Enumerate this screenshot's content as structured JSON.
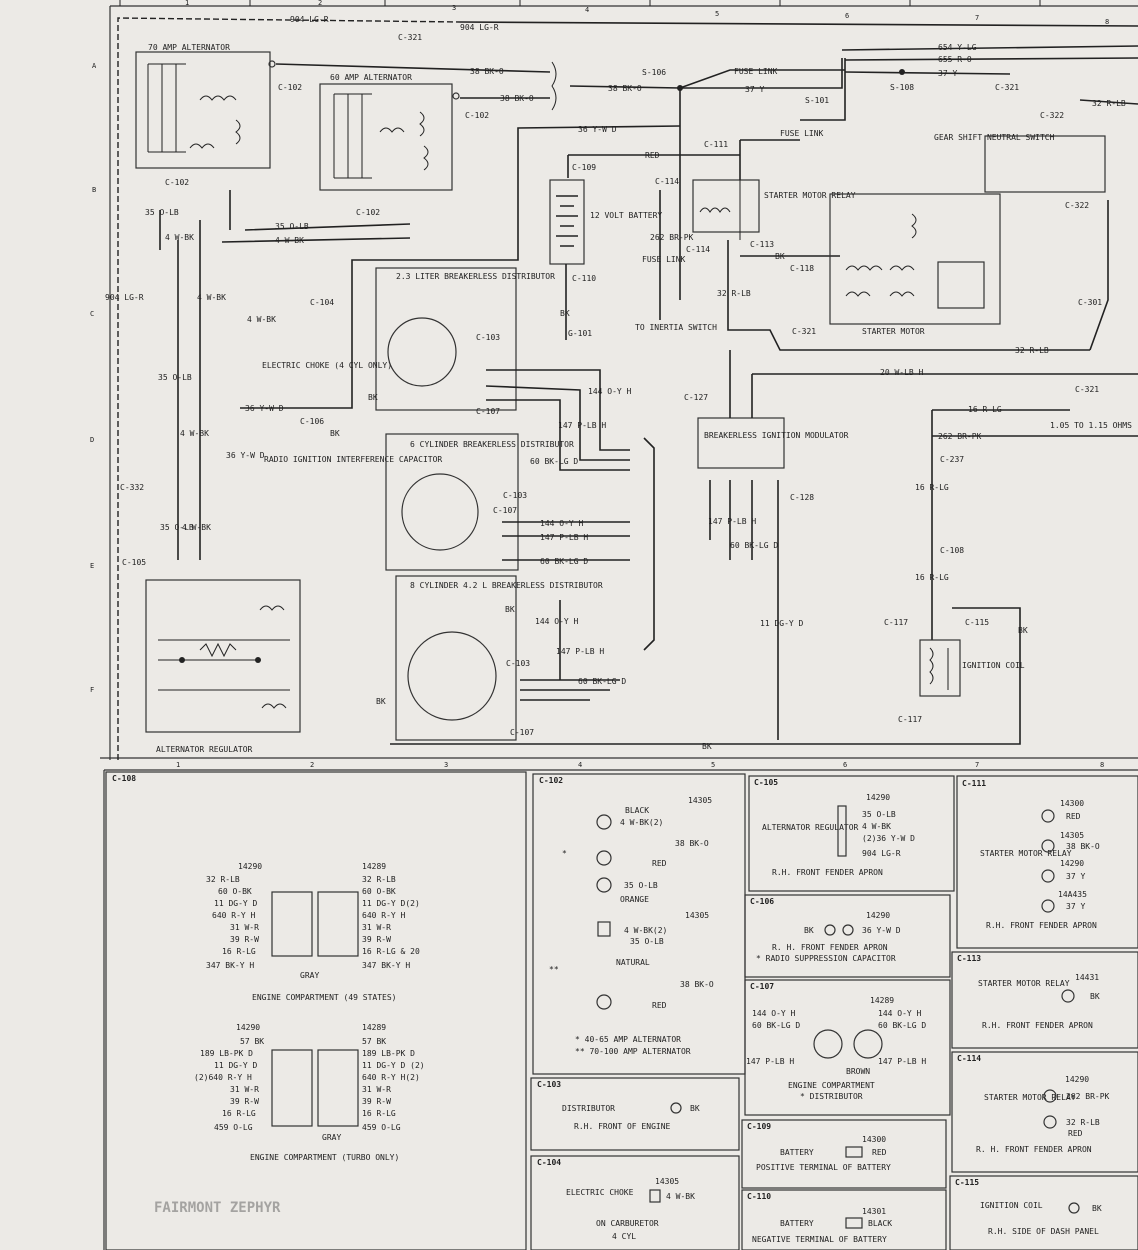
{
  "grid": {
    "columns": [
      "1",
      "2",
      "3",
      "4",
      "5",
      "6",
      "7",
      "8"
    ],
    "rows": [
      "A",
      "B",
      "C",
      "D",
      "E",
      "F"
    ]
  },
  "components": {
    "alt70": "70 AMP ALTERNATOR",
    "alt60": "60 AMP ALTERNATOR",
    "battery": "12 VOLT BATTERY",
    "starter_relay": "STARTER MOTOR RELAY",
    "starter_motor": "STARTER MOTOR",
    "gear_switch": "GEAR SHIFT NEUTRAL SWITCH",
    "dist_23": "2.3 LITER BREAKERLESS DISTRIBUTOR",
    "dist_6": "6 CYLINDER BREAKERLESS DISTRIBUTOR",
    "dist_8": "8 CYLINDER 4.2 L BREAKERLESS DISTRIBUTOR",
    "module": "BREAKERLESS IGNITION MODULATOR",
    "choke": "ELECTRIC CHOKE (4 CYL ONLY)",
    "radio_cap": "RADIO IGNITION INTERFERENCE CAPACITOR",
    "regulator": "ALTERNATOR REGULATOR",
    "coil": "IGNITION COIL",
    "inertia": "TO INERTIA SWITCH",
    "resistor": "1.05 TO 1.15 OHMS"
  },
  "wires": {
    "w904": "904 LG-R",
    "w654": "654 Y-LG",
    "w655": "655 R-O",
    "w37": "37 Y",
    "w38": "38 BK-O",
    "w36": "36 Y-W D",
    "red": "RED",
    "w35": "35 O-LB",
    "w4": "4 W-BK",
    "w32": "32 R-LB",
    "w20": "20 W-LB H",
    "w16": "16 R-LG",
    "w262": "262 BR-PK",
    "w144": "144 O-Y H",
    "w147": "147 P-LB H",
    "w60": "60 BK-LG D",
    "w11": "11 DG-Y D",
    "bk": "BK",
    "fuse_link": "FUSE LINK"
  },
  "connectors": {
    "c321": "C-321",
    "c102": "C-102",
    "c106": "S-106",
    "s101": "S-101",
    "s108": "S-108",
    "c109": "C-109",
    "c110": "C-110",
    "c101": "G-101",
    "c111": "C-111",
    "c114": "C-114",
    "c113": "C-113",
    "c118": "C-118",
    "c322": "C-322",
    "c301": "C-301",
    "c104": "C-104",
    "c103": "C-103",
    "c107": "C-107",
    "c127": "C-127",
    "c128": "C-128",
    "c237": "C-237",
    "c108": "C-108",
    "c117": "C-117",
    "c115": "C-115",
    "c332": "C-332",
    "c105": "C-105",
    "c106b": "C-106"
  },
  "panels": {
    "p108": {
      "title": "C-108",
      "left_pn": "14290",
      "right_pn": "14289",
      "rows_a": [
        "32 R-LB",
        "60 O-BK",
        "11 DG-Y D",
        "640 R-Y H",
        "31 W-R",
        "39 R-W",
        "16 R-LG",
        "347 BK-Y H"
      ],
      "rows_a_right": [
        "32 R-LB",
        "60 O-BK",
        "11 DG-Y D(2)",
        "640 R-Y H",
        "31 W-R",
        "39 R-W",
        "16 R-LG & 20",
        "347 BK-Y H"
      ],
      "gray": "GRAY",
      "cap_a": "ENGINE COMPARTMENT (49 STATES)",
      "rows_b": [
        "57 BK",
        "189 LB-PK D",
        "11 DG-Y D",
        "(2)640 R-Y H",
        "31 W-R",
        "39 R-W",
        "16 R-LG",
        "459 O-LG"
      ],
      "rows_b_right": [
        "57 BK",
        "189 LB-PK D",
        "11 DG-Y D (2)",
        "640 R-Y H(2)",
        "31 W-R",
        "39 R-W",
        "16 R-LG",
        "459 O-LG"
      ],
      "cap_b": "ENGINE COMPARTMENT (TURBO ONLY)"
    },
    "p102": {
      "title": "C-102",
      "pn": "14305",
      "black": "BLACK",
      "w4": "4 W-BK(2)",
      "w38": "38 BK-O",
      "red": "RED",
      "w35": "35 O-LB",
      "orange": "ORANGE",
      "pn2": "14305",
      "w4b": "4 W-BK(2)",
      "w35b": "35 O-LB",
      "natural": "NATURAL",
      "w38b": "38 BK-O",
      "red2": "RED",
      "note1": "* 40-65 AMP ALTERNATOR",
      "note2": "** 70-100 AMP ALTERNATOR"
    },
    "p105": {
      "title": "C-105",
      "pn": "14290",
      "part": "ALTERNATOR REGULATOR",
      "rows": [
        "35 O-LB",
        "4 W-BK",
        "(2)36 Y-W D",
        "904 LG-R"
      ],
      "cap": "R.H. FRONT FENDER APRON"
    },
    "p111": {
      "title": "C-111",
      "part": "STARTER MOTOR RELAY",
      "items": [
        {
          "pn": "14300",
          "w": "RED"
        },
        {
          "pn": "14305",
          "w": "38 BK-O"
        },
        {
          "pn": "14290",
          "w": "37 Y"
        },
        {
          "pn": "14A435",
          "w": "37 Y"
        }
      ],
      "cap": "R.H. FRONT FENDER APRON"
    },
    "p106": {
      "title": "C-106",
      "pn": "14290",
      "w_l": "BK",
      "w_r": "36 Y-W D",
      "cap": "R. H. FRONT FENDER APRON",
      "note": "* RADIO SUPPRESSION CAPACITOR"
    },
    "p113": {
      "title": "C-113",
      "pn": "14431",
      "part": "STARTER MOTOR RELAY",
      "w": "BK",
      "cap": "R.H. FRONT FENDER APRON"
    },
    "p107": {
      "title": "C-107",
      "pn": "14289",
      "l1": "144 O-Y H",
      "l2": "60 BK-LG D",
      "l3": "147 P-LB H",
      "r1": "144 O-Y H",
      "r2": "60 BK-LG D",
      "r3": "147 P-LB H",
      "brown": "BROWN",
      "cap": "ENGINE COMPARTMENT",
      "note": "* DISTRIBUTOR"
    },
    "p114": {
      "title": "C-114",
      "pn": "14290",
      "part": "STARTER MOTOR RELAY",
      "w1": "262 BR-PK",
      "w2": "32 R-LB",
      "red": "RED",
      "cap": "R. H. FRONT FENDER APRON"
    },
    "p103": {
      "title": "C-103",
      "part": "DISTRIBUTOR",
      "w": "BK",
      "cap": "R.H. FRONT OF ENGINE"
    },
    "p109": {
      "title": "C-109",
      "pn": "14300",
      "part": "BATTERY",
      "w": "RED",
      "cap": "POSITIVE TERMINAL OF BATTERY"
    },
    "p104": {
      "title": "C-104",
      "pn": "14305",
      "part": "ELECTRIC CHOKE",
      "w": "4 W-BK",
      "cap1": "ON CARBURETOR",
      "cap2": "4 CYL"
    },
    "p110": {
      "title": "C-110",
      "pn": "14301",
      "part": "BATTERY",
      "w": "BLACK",
      "cap": "NEGATIVE TERMINAL OF BATTERY"
    },
    "p115": {
      "title": "C-115",
      "part": "IGNITION COIL",
      "w": "BK",
      "cap": "R.H. SIDE OF DASH PANEL"
    }
  },
  "watermark": "FAIRMONT ZEPHYR"
}
